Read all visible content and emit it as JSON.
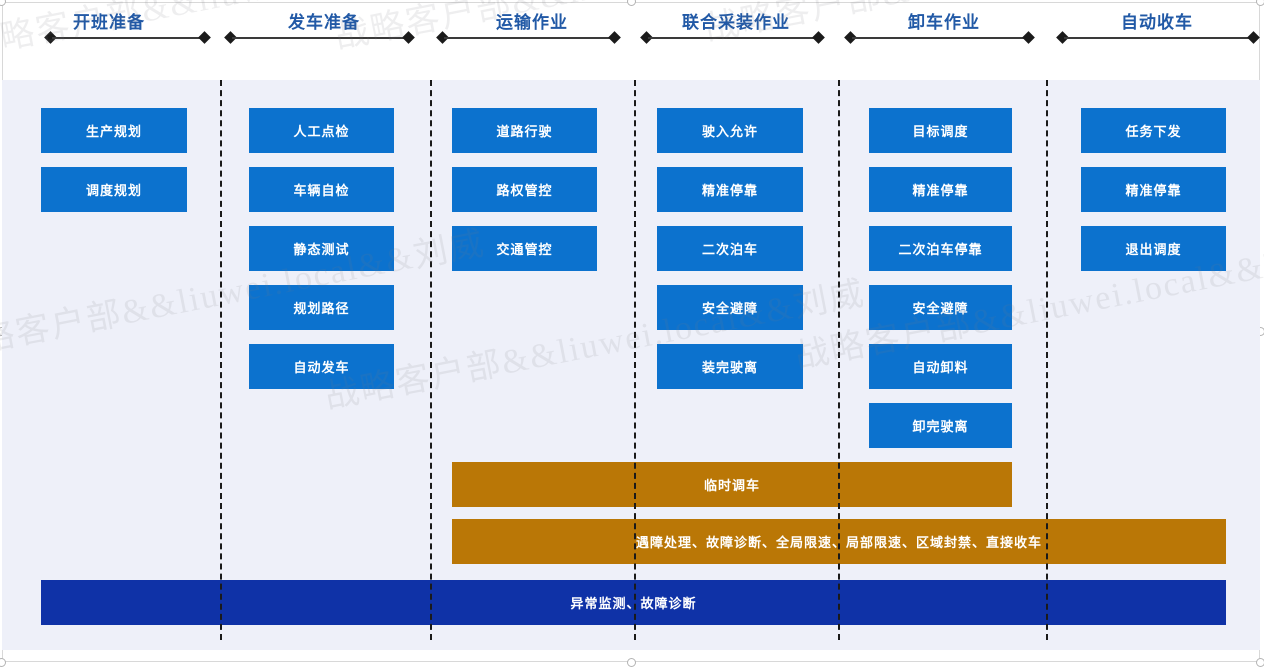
{
  "watermark": {
    "text": "战略客户部&&liuwei.local&&刘威"
  },
  "phases": [
    {
      "id": "phase-1",
      "title": "开班准备"
    },
    {
      "id": "phase-2",
      "title": "发车准备"
    },
    {
      "id": "phase-3",
      "title": "运输作业"
    },
    {
      "id": "phase-4",
      "title": "联合采装作业"
    },
    {
      "id": "phase-5",
      "title": "卸车作业"
    },
    {
      "id": "phase-6",
      "title": "自动收车"
    }
  ],
  "columns": [
    {
      "id": "col-1",
      "phase": "开班准备",
      "tasks": [
        "生产规划",
        "调度规划"
      ]
    },
    {
      "id": "col-2",
      "phase": "发车准备",
      "tasks": [
        "人工点检",
        "车辆自检",
        "静态测试",
        "规划路径",
        "自动发车"
      ]
    },
    {
      "id": "col-3",
      "phase": "运输作业",
      "tasks": [
        "道路行驶",
        "路权管控",
        "交通管控"
      ]
    },
    {
      "id": "col-4",
      "phase": "联合采装作业",
      "tasks": [
        "驶入允许",
        "精准停靠",
        "二次泊车",
        "安全避障",
        "装完驶离"
      ]
    },
    {
      "id": "col-5",
      "phase": "卸车作业",
      "tasks": [
        "目标调度",
        "精准停靠",
        "二次泊车停靠",
        "安全避障",
        "自动卸料",
        "卸完驶离"
      ]
    },
    {
      "id": "col-6",
      "phase": "自动收车",
      "tasks": [
        "任务下发",
        "精准停靠",
        "退出调度"
      ]
    }
  ],
  "bars": [
    {
      "id": "bar-temp-dispatch",
      "label": "临时调车",
      "color": "#ba7706"
    },
    {
      "id": "bar-exception-handling",
      "label": "遇障处理、故障诊断、全局限速、局部限速、区域封禁、直接收车",
      "color": "#ba7706"
    },
    {
      "id": "bar-monitoring",
      "label": "异常监测、故障诊断",
      "color": "#0f32a7"
    }
  ],
  "colors": {
    "task_blue": "#0c72ce",
    "bar_orange": "#ba7706",
    "bar_navy": "#0f32a7",
    "panel_bg": "#eef0f9",
    "header_text": "#2159a6"
  }
}
